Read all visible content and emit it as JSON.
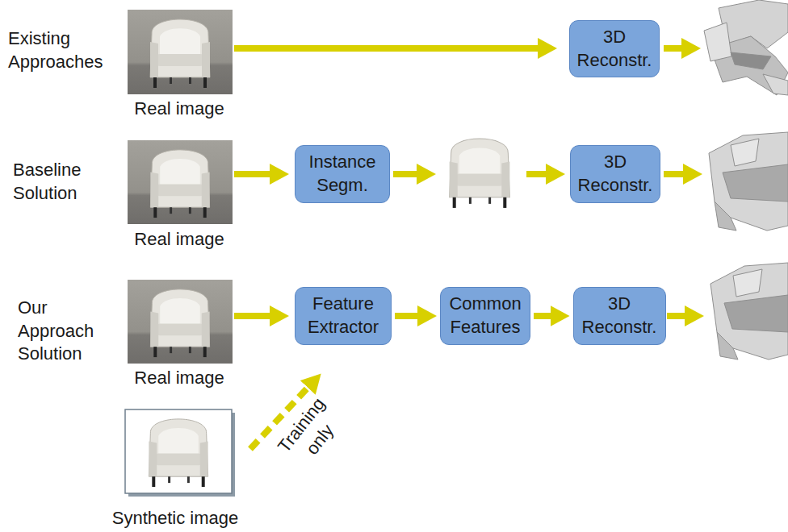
{
  "diagram": {
    "nodes": [
      {
        "text": [
          "3D Reconstr."
        ]
      },
      {
        "text": [
          "Instance Segm."
        ]
      },
      {
        "text": [
          "3D Reconstr."
        ]
      },
      {
        "text": [
          "Feature Extractor"
        ]
      },
      {
        "text": [
          "Common Features"
        ]
      },
      {
        "text": [
          "3D Reconstr."
        ]
      }
    ],
    "edges": [
      {
        "from": 3,
        "to": 4,
        "arrow": "to"
      },
      {
        "from": 4,
        "to": 5,
        "arrow": "to"
      }
    ],
    "labels": [
      "Existing Approaches",
      "Real image",
      "Baseline Solution",
      "Real image",
      "Our Approach Solution",
      "Real image",
      "Training only",
      "Synthetic image"
    ]
  }
}
